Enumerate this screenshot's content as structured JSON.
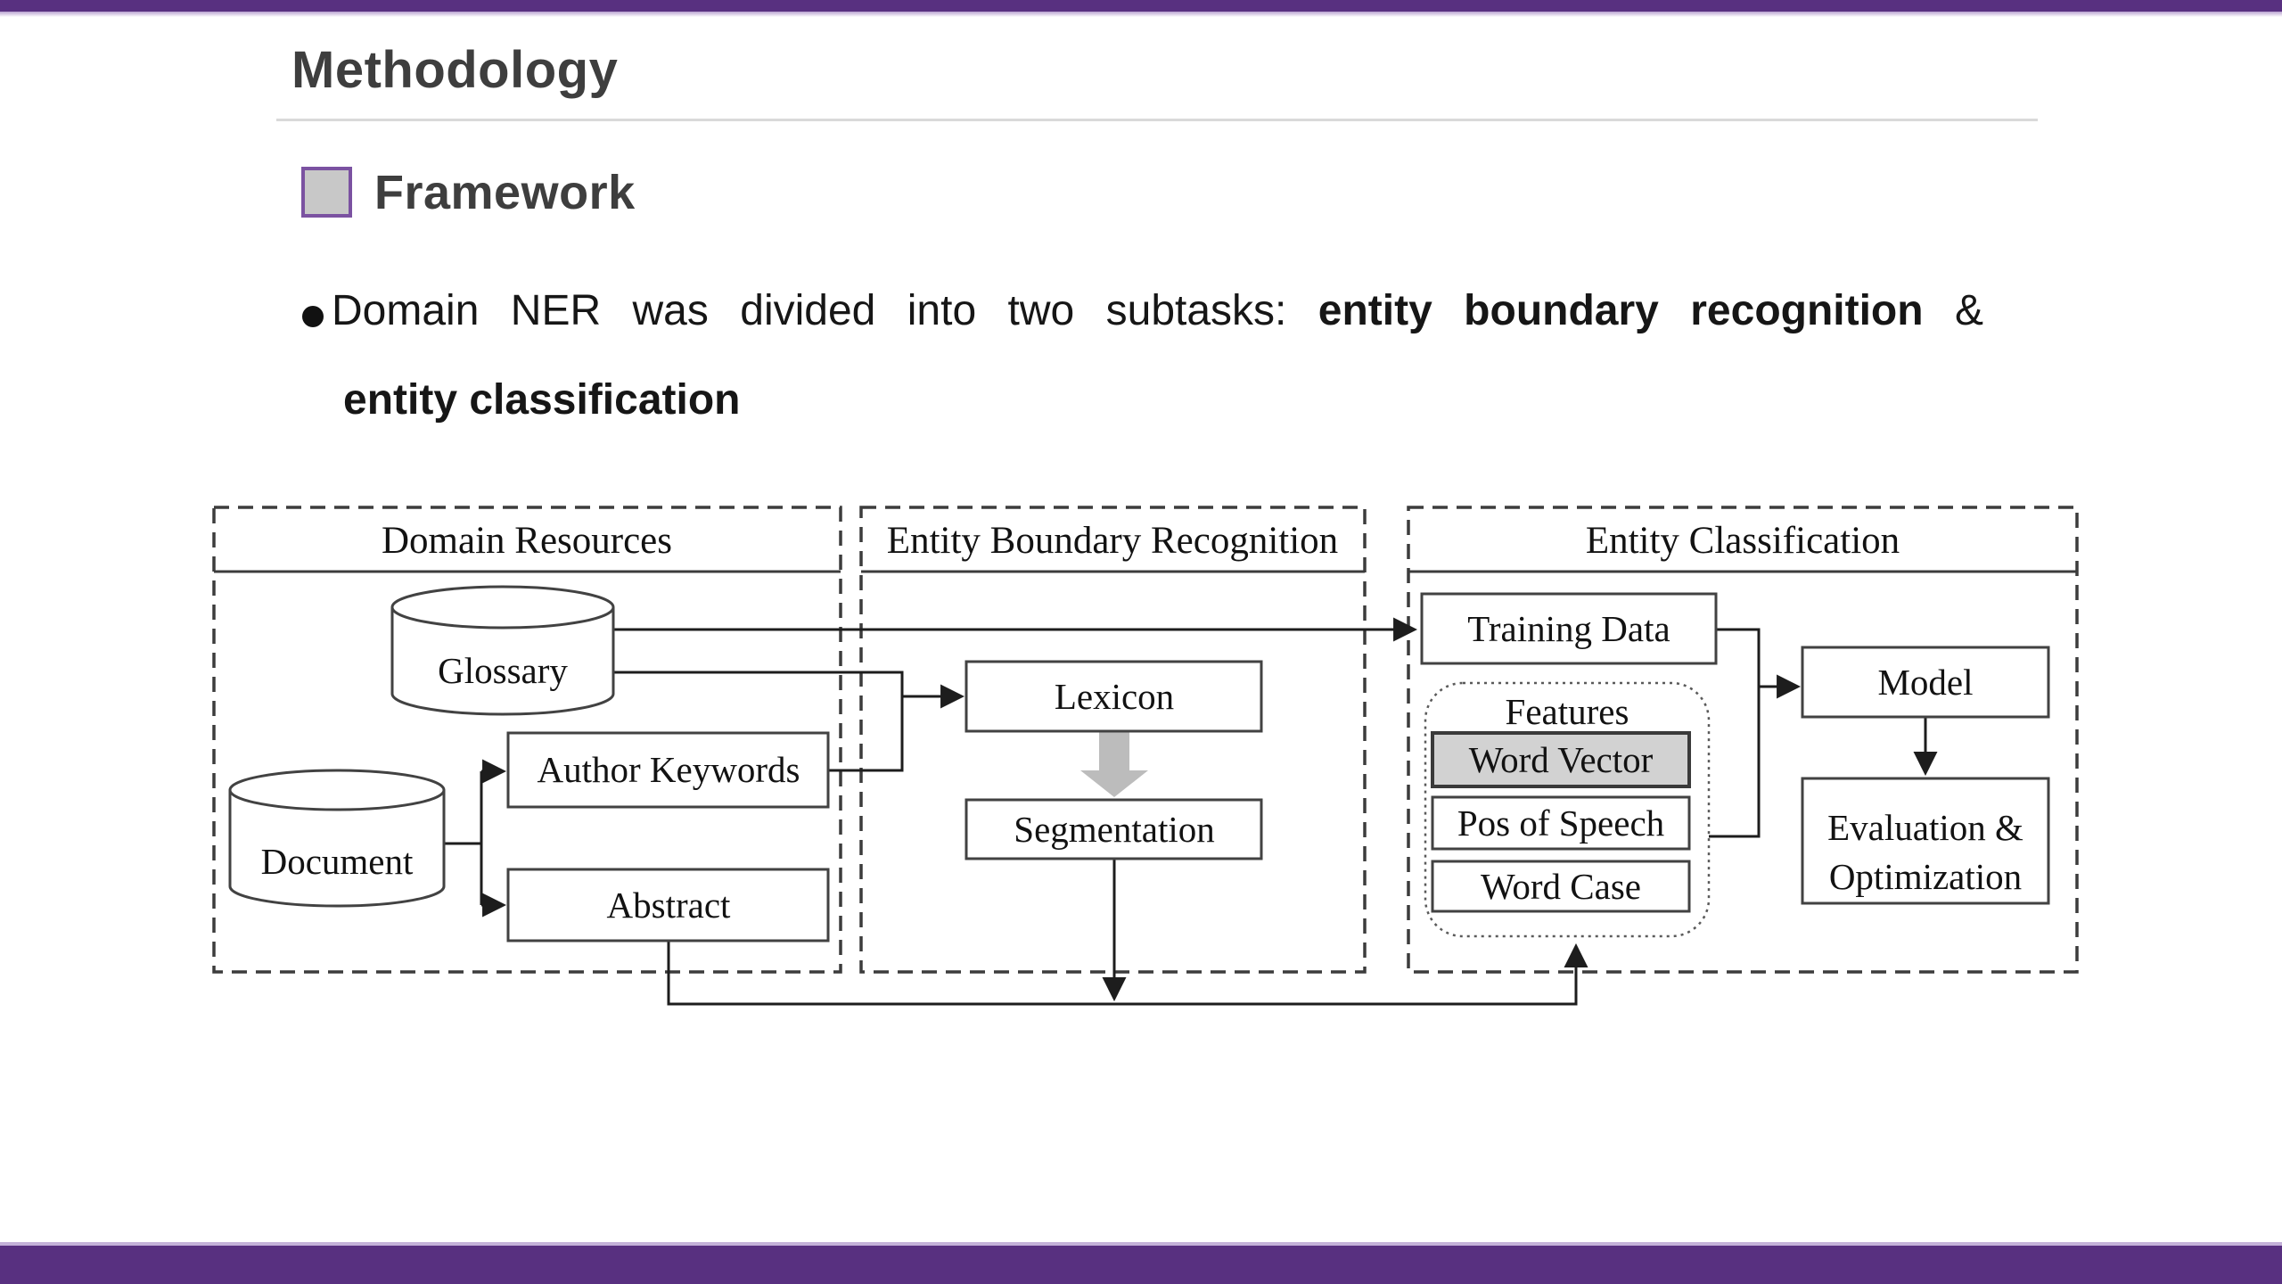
{
  "slide": {
    "title": "Methodology",
    "section": {
      "label": "Framework"
    },
    "bullet": {
      "prefix": "Domain NER was divided into two subtasks:",
      "emphasis1": "entity boundary recognition",
      "suffix": "&",
      "emphasis2": "entity classification"
    },
    "colors": {
      "accent_bar": "#583080",
      "bar_fade": "#c3b1d8",
      "heading_text": "#3e3e3e",
      "divider": "#d9d9d9",
      "section_square_fill": "#c8c8c8",
      "section_square_border": "#7b52a1",
      "diagram_shaded_node": "#d2d2d2",
      "fat_arrow": "#bcbcbc"
    }
  },
  "diagram": {
    "panels": [
      {
        "title": "Domain Resources"
      },
      {
        "title": "Entity Boundary Recognition"
      },
      {
        "title": "Entity Classification"
      }
    ],
    "nodes": {
      "glossary": "Glossary",
      "document": "Document",
      "author_keywords": "Author Keywords",
      "abstract": "Abstract",
      "lexicon": "Lexicon",
      "segmentation": "Segmentation",
      "training_data": "Training Data",
      "features": "Features",
      "word_vector": "Word Vector",
      "pos_of_speech": "Pos of Speech",
      "word_case": "Word Case",
      "model": "Model",
      "evaluation_line1": "Evaluation &",
      "evaluation_line2": "Optimization"
    }
  }
}
